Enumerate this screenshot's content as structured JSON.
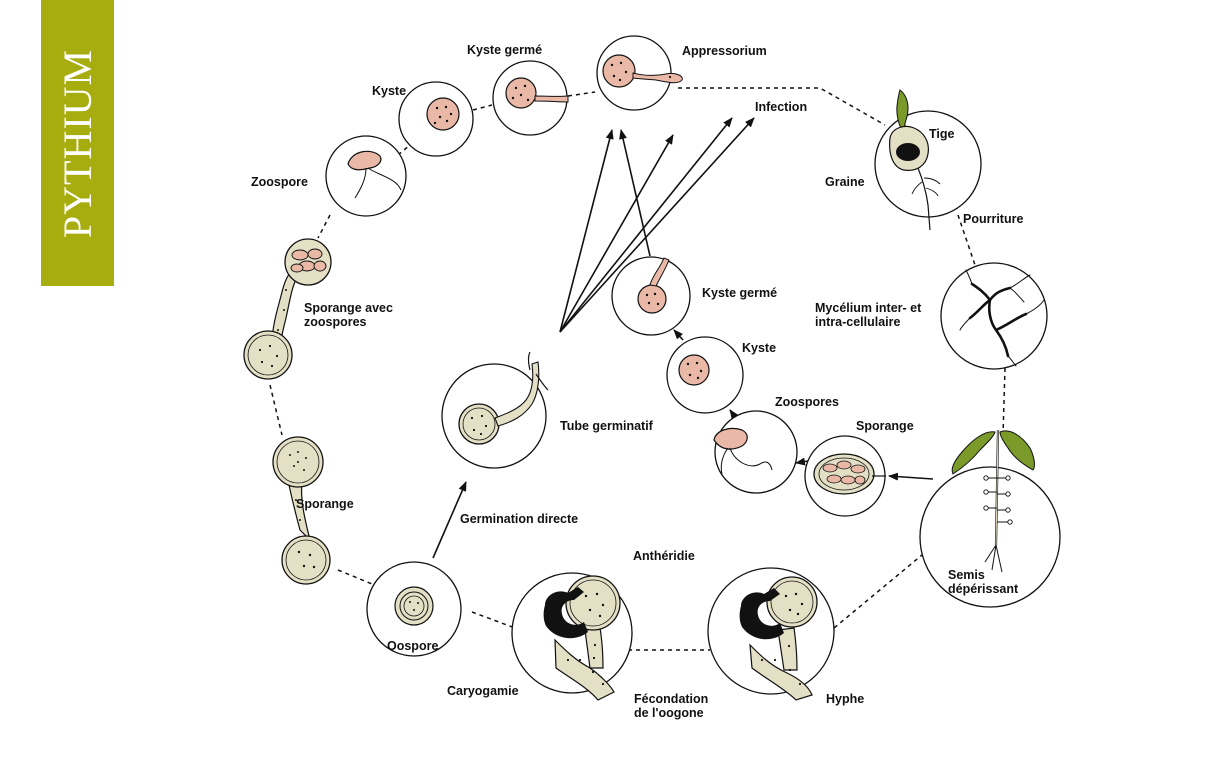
{
  "side_title": "PYTHIUM",
  "colors": {
    "band": "#a8ad0f",
    "spore_pink": "#e9b8a6",
    "mycelium": "#e4e0c6",
    "leaf_green": "#7a9a2a"
  },
  "labels": {
    "kyste_germe_top": "Kyste germé",
    "appressorium": "Appressorium",
    "kyste_top": "Kyste",
    "infection": "Infection",
    "tige": "Tige",
    "zoospore": "Zoospore",
    "graine": "Graine",
    "pourriture": "Pourriture",
    "sporange_avec_1": "Sporange avec",
    "sporange_avec_2": "zoospores",
    "kyste_germe_mid": "Kyste germé",
    "mycelium_1": "Mycélium inter- et",
    "mycelium_2": "intra-cellulaire",
    "kyste_mid": "Kyste",
    "zoospores_mid": "Zoospores",
    "sporange_mid": "Sporange",
    "tube_germinatif": "Tube germinatif",
    "sporange_left": "Sporange",
    "germination_directe": "Germination directe",
    "antheridie": "Anthéridie",
    "semis_1": "Semis",
    "semis_2": "dépérissant",
    "oospore": "Oospore",
    "caryogamie": "Caryogamie",
    "fecondation_1": "Fécondation",
    "fecondation_2": "de l'oogone",
    "hyphe": "Hyphe"
  }
}
